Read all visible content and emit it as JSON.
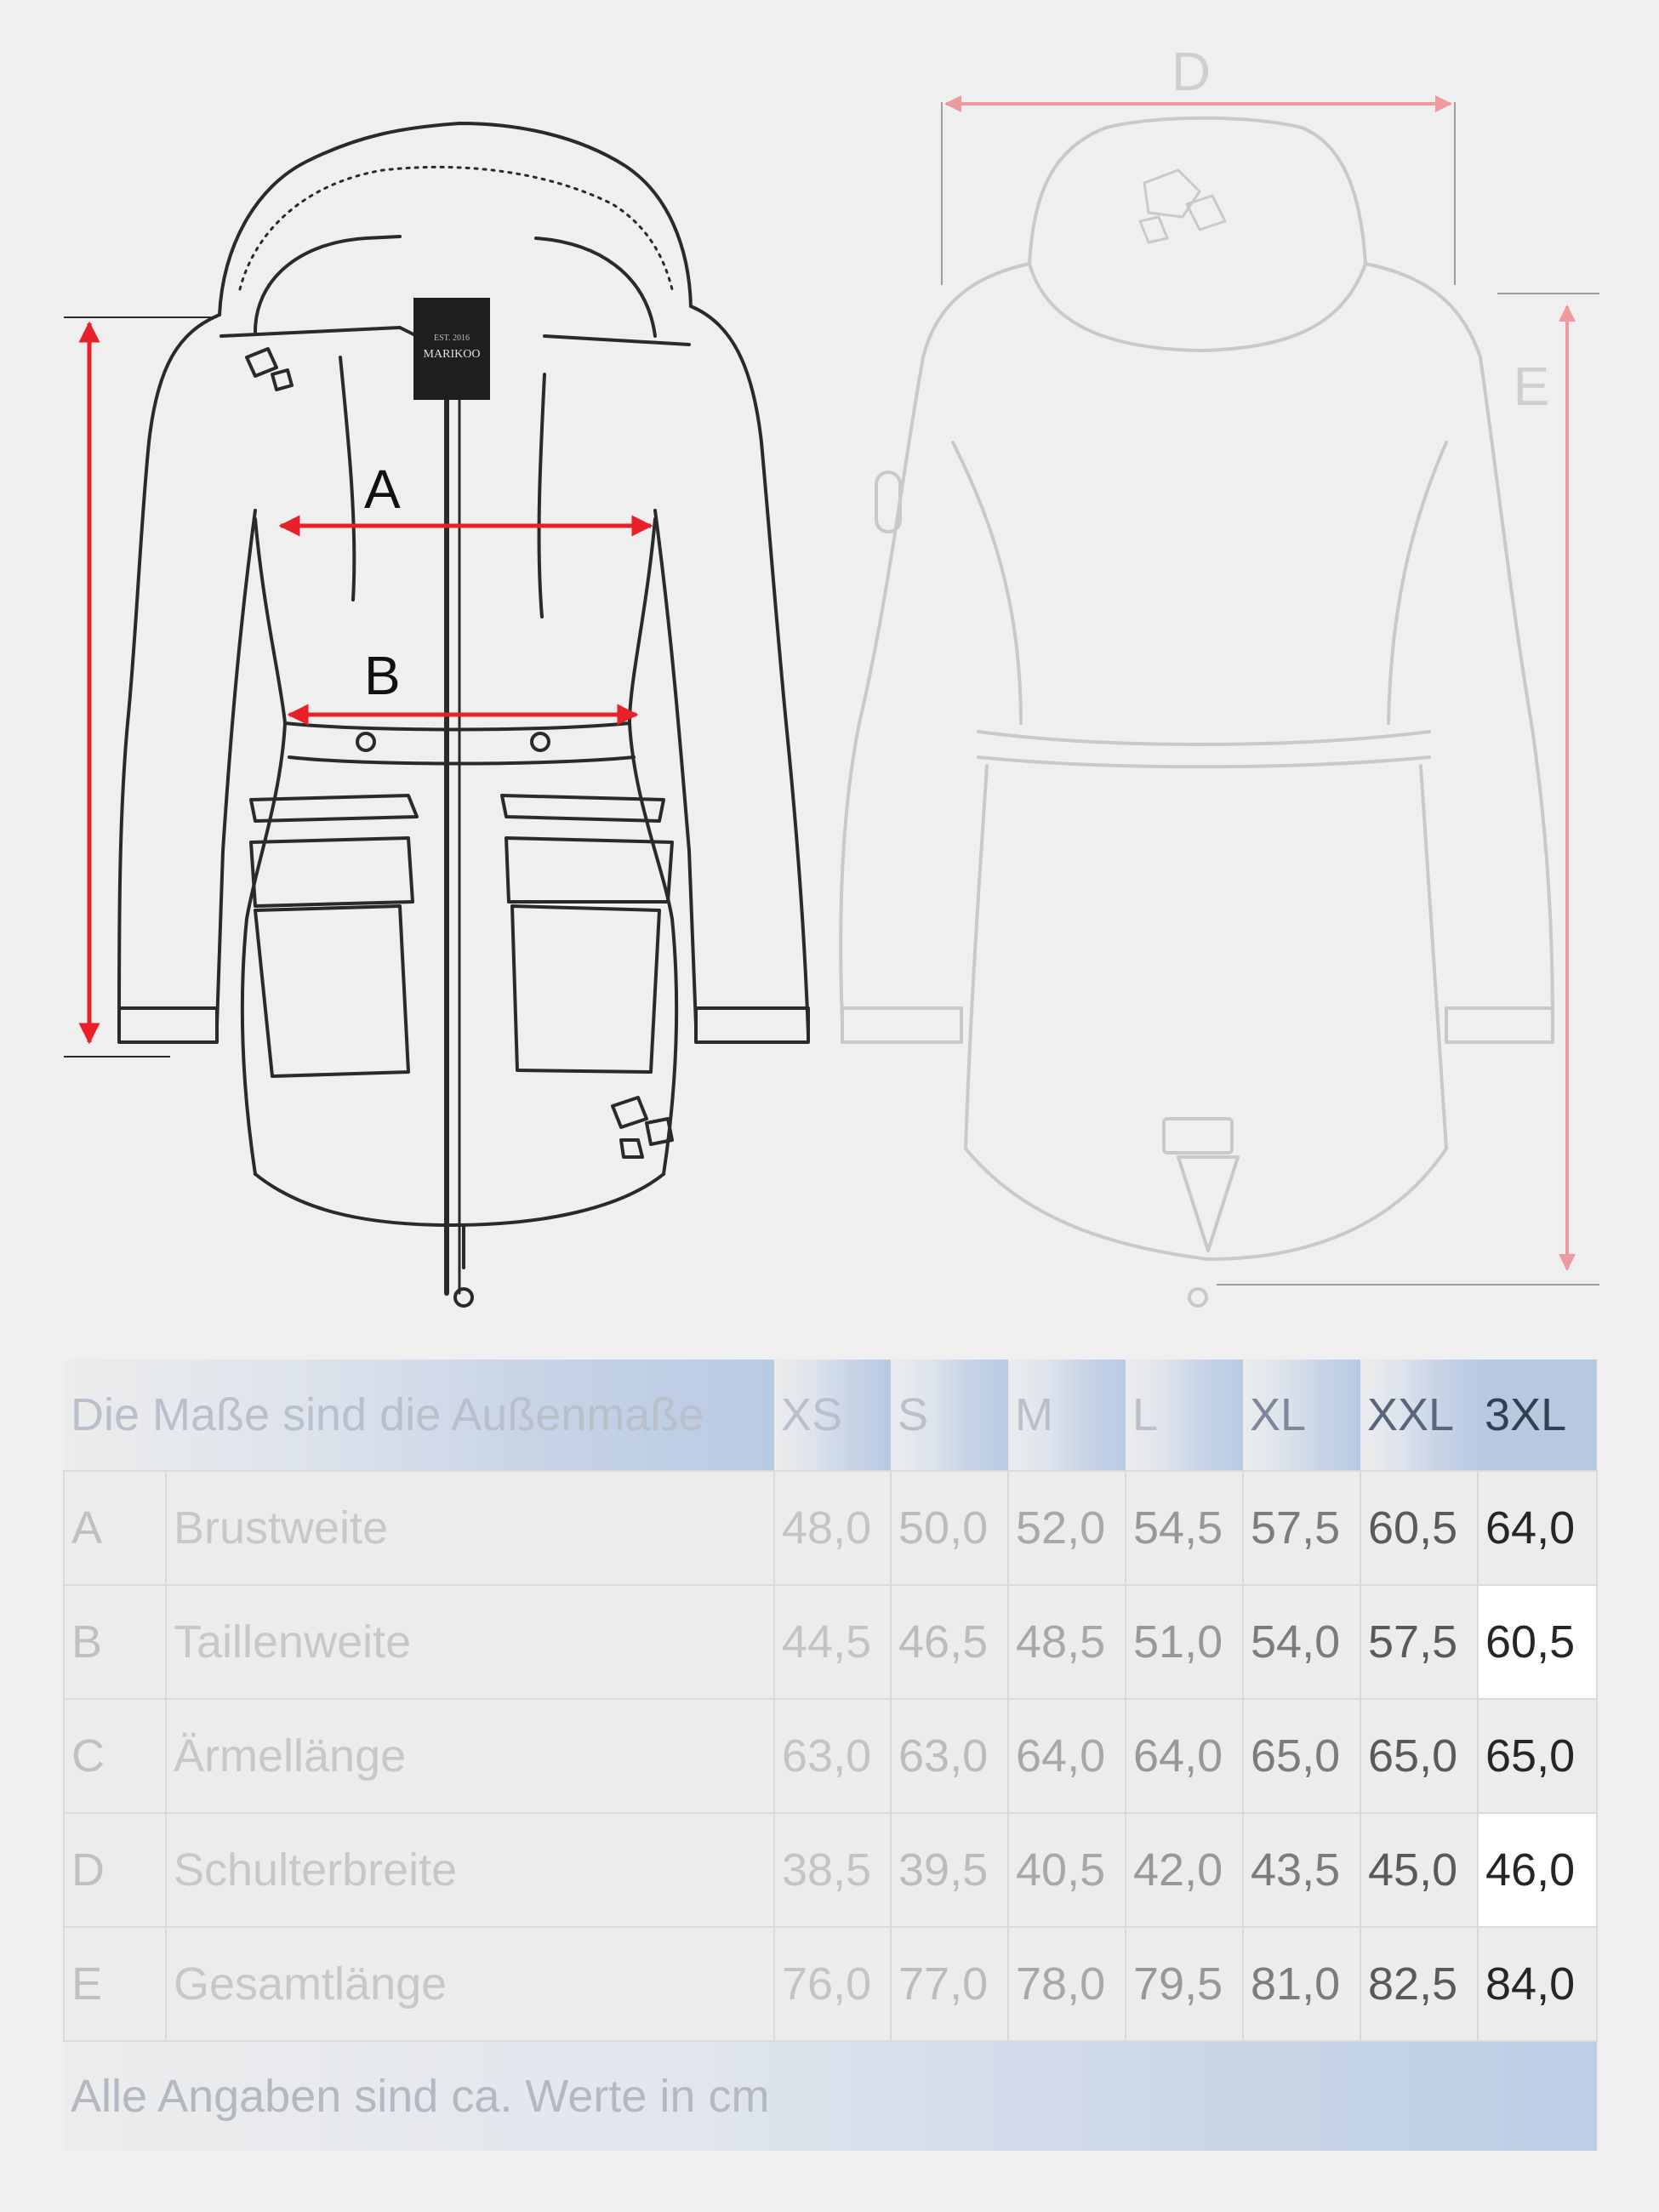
{
  "diagram": {
    "dimension_labels": [
      "A",
      "B",
      "D",
      "E"
    ],
    "front_brand_label": "MARIKOO",
    "front_brand_est": "EST. 2016"
  },
  "table": {
    "header_caption": "Die Maße sind die Außenmaße",
    "sizes": [
      "XS",
      "S",
      "M",
      "L",
      "XL",
      "XXL",
      "3XL"
    ],
    "rows": [
      {
        "letter": "A",
        "label": "Brustweite",
        "values": [
          "48,0",
          "50,0",
          "52,0",
          "54,5",
          "57,5",
          "60,5",
          "64,0"
        ]
      },
      {
        "letter": "B",
        "label": "Taillenweite",
        "values": [
          "44,5",
          "46,5",
          "48,5",
          "51,0",
          "54,0",
          "57,5",
          "60,5"
        ]
      },
      {
        "letter": "C",
        "label": "Ärmellänge",
        "values": [
          "63,0",
          "63,0",
          "64,0",
          "64,0",
          "65,0",
          "65,0",
          "65,0"
        ]
      },
      {
        "letter": "D",
        "label": "Schulterbreite",
        "values": [
          "38,5",
          "39,5",
          "40,5",
          "42,0",
          "43,5",
          "45,0",
          "46,0"
        ]
      },
      {
        "letter": "E",
        "label": "Gesamtlänge",
        "values": [
          "76,0",
          "77,0",
          "78,0",
          "79,5",
          "81,0",
          "82,5",
          "84,0"
        ]
      }
    ],
    "footer_note": "Alle Angaben sind ca. Werte in cm"
  },
  "colors": {
    "arrow_red": "#e8202a",
    "arrow_faded": "#ef9a9e",
    "sketch_line": "#2a2a2a",
    "sketch_faded": "#c9c9c9"
  }
}
